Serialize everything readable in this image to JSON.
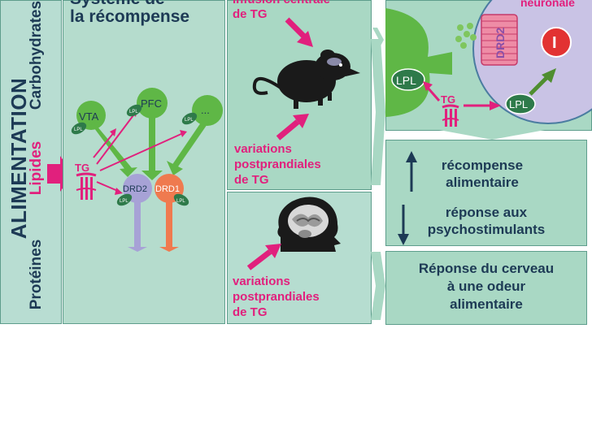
{
  "sidebar": {
    "title": "ALIMENTATION",
    "items": [
      {
        "label": "Protéines",
        "color": "#1d3a55"
      },
      {
        "label": "Lipides",
        "color": "#e1207d"
      },
      {
        "label": "Carbohydrates",
        "color": "#1d3a55"
      }
    ]
  },
  "reward_panel": {
    "title_line1": "Système de",
    "title_line2": "la récompense",
    "labels": {
      "vta": "VTA",
      "pfc": "PFC",
      "more": "...",
      "tg": "TG",
      "drd2": "DRD2",
      "drd1": "DRD1",
      "lpl": "LPL"
    }
  },
  "mouse_panel": {
    "top_line1": "infusion centrale",
    "top_line2": "de TG",
    "bottom_line1": "variations",
    "bottom_line2": "postprandiales",
    "bottom_line3": "de TG"
  },
  "human_panel": {
    "line1": "variations",
    "line2": "postprandiales",
    "line3": "de TG"
  },
  "synapse_panel": {
    "neuron_label": "neuronale",
    "drd2": "DRD2",
    "lpl_left": "LPL",
    "lpl_right": "LPL",
    "tg": "TG",
    "inhibit": "I"
  },
  "results": {
    "up_line1": "récompense",
    "up_line2": "alimentaire",
    "down_line1": "réponse aux",
    "down_line2": "psychostimulants",
    "smell_line1": "Réponse du cerveau",
    "smell_line2": "à une odeur",
    "smell_line3": "alimentaire"
  },
  "colors": {
    "panel_bg": "#b6ddd0",
    "panel_bg_light": "#a9d8c4",
    "pink": "#e1207d",
    "dark_text": "#1d3a55",
    "green_neuron": "#5fb746",
    "drd2_purple": "#a7a2d6",
    "drd1_orange": "#ef7a4f",
    "neuron_lilac": "#c9c3e5",
    "lpl_dark_green": "#2e7a4a",
    "inhibit_red": "#e23232"
  }
}
